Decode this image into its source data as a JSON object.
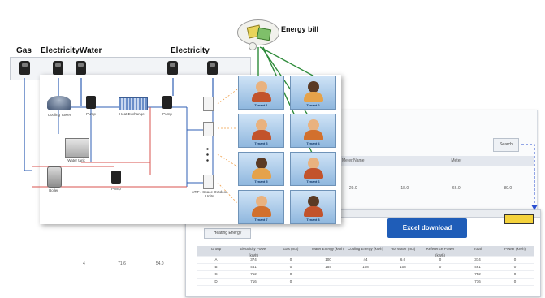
{
  "labels": {
    "gas": "Gas",
    "electricity_left": "Electricity",
    "water": "Water",
    "electricity_right": "Electricity",
    "energy_bill": "Energy bill"
  },
  "equipment": {
    "cooling_tower": "Cooling Tower",
    "pump_top": "Pump",
    "heat_exchanger": "Heat Exchanger",
    "pump_right": "Pump",
    "water_tank": "Water tank",
    "boiler": "Boiler",
    "pump_bottom": "Pump",
    "outdoor_unit": "VRF / Space Outdoor Units"
  },
  "tenants": [
    "Tenant 1",
    "Tenant 2",
    "Tenant 3",
    "Tenant 4",
    "Tenant 5",
    "Tenant 6",
    "Tenant 7",
    "Tenant 8"
  ],
  "back_screen": {
    "search_label": "Search",
    "col_headers": [
      "Meter/Name",
      "",
      "Meter",
      ""
    ],
    "values": [
      "29.0",
      "18.0",
      "66.0",
      "89.0"
    ],
    "left_rows": [
      [
        "4",
        "71.6",
        "54.0"
      ]
    ]
  },
  "excel": {
    "download_label": "Excel download",
    "tab_label": "Heating Energy",
    "table_headers": [
      "Group",
      "Electricity Power (kWh)",
      "Gas (m3)",
      "Water Energy (kWh)",
      "Cooling Energy (kWh)",
      "Hot Water (m3)",
      "Reference Power (kWh)",
      "Total",
      "Power (kWh)"
    ],
    "rows": [
      [
        "A",
        "374",
        "0",
        "100",
        "44",
        "6.0",
        "0",
        "374",
        "0"
      ],
      [
        "B",
        "461",
        "0",
        "154",
        "108",
        "108",
        "0",
        "461",
        "0"
      ],
      [
        "C",
        "752",
        "0",
        "",
        "",
        "",
        "",
        "752",
        "0"
      ],
      [
        "D",
        "716",
        "0",
        "",
        "",
        "",
        "",
        "716",
        "0"
      ]
    ]
  },
  "colors": {
    "pipe_blue": "#2f5fb4",
    "pipe_red": "#d9534f",
    "dash_orange": "#f0a04a",
    "bill_green": "#2e8b3a",
    "excel_button": "#1f5db8",
    "dash_blue": "#2a4fd1"
  }
}
